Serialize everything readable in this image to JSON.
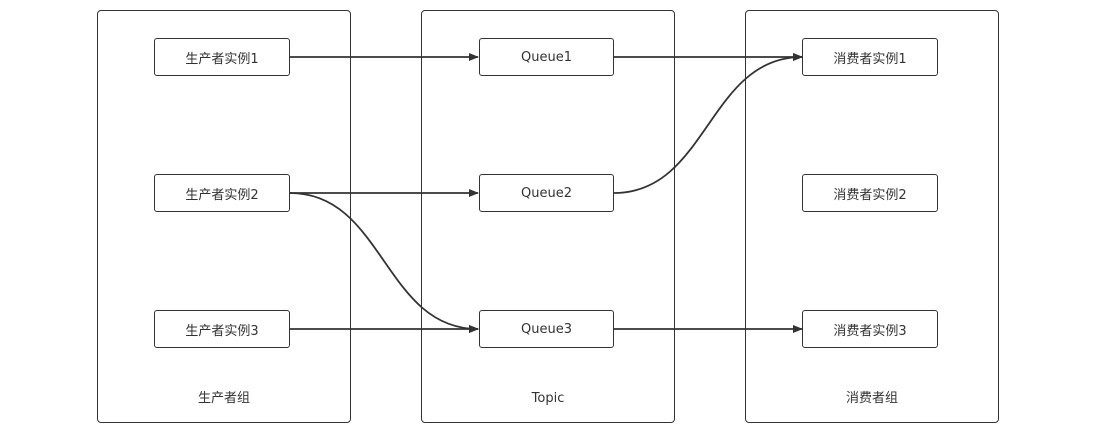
{
  "groups": {
    "producer": {
      "label": "生产者组"
    },
    "topic": {
      "label": "Topic"
    },
    "consumer": {
      "label": "消费者组"
    }
  },
  "nodes": {
    "p1": "生产者实例1",
    "p2": "生产者实例2",
    "p3": "生产者实例3",
    "q1": "Queue1",
    "q2": "Queue2",
    "q3": "Queue3",
    "c1": "消费者实例1",
    "c2": "消费者实例2",
    "c3": "消费者实例3"
  },
  "edges": [
    {
      "from": "p1",
      "to": "q1"
    },
    {
      "from": "p2",
      "to": "q2"
    },
    {
      "from": "p2",
      "to": "q3"
    },
    {
      "from": "p3",
      "to": "q3"
    },
    {
      "from": "q1",
      "to": "c1"
    },
    {
      "from": "q2",
      "to": "c1"
    },
    {
      "from": "q3",
      "to": "c3"
    }
  ],
  "colors": {
    "stroke": "#333333",
    "background": "#ffffff"
  }
}
